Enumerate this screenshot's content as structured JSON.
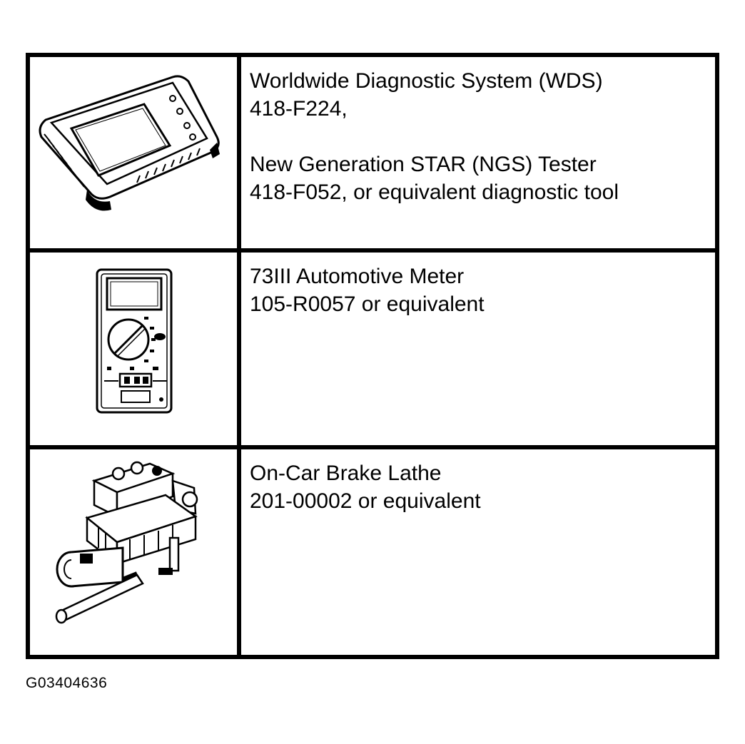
{
  "rows": [
    {
      "icon": "diagnostic-tablet-icon",
      "lines": [
        "Worldwide Diagnostic System (WDS)",
        "418-F224,",
        "",
        "New Generation STAR (NGS) Tester",
        "418-F052, or equivalent diagnostic tool"
      ]
    },
    {
      "icon": "multimeter-icon",
      "lines": [
        "73III Automotive Meter",
        "105-R0057 or equivalent"
      ]
    },
    {
      "icon": "brake-lathe-icon",
      "lines": [
        "On-Car Brake Lathe",
        "201-00002 or equivalent"
      ]
    }
  ],
  "figure_id": "G03404636"
}
